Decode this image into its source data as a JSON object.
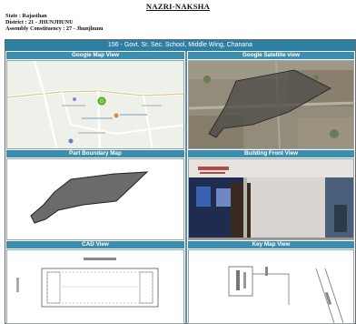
{
  "document": {
    "title": "NAZRI-NAKSHA",
    "state_label": "State",
    "state_value": ": Rajasthan",
    "district_label": "District",
    "district_value": ": 21 - JHUNJHUNU",
    "constituency_label": "Assembly Constituency",
    "constituency_value": ": 27 - Jhunjhunu"
  },
  "banner": {
    "text": "156 - Govt. Sr. Sec. School, Middle Wing, Chanana"
  },
  "panels": {
    "google_map": {
      "title": "Google Map View"
    },
    "satellite": {
      "title": "Google Satellite view"
    },
    "boundary": {
      "title": "Part Boundary Map"
    },
    "building": {
      "title": "Building Front View"
    },
    "cad": {
      "title": "CAD View"
    },
    "keymap": {
      "title": "Key Map View"
    }
  },
  "colors": {
    "header": "#3a8eb2",
    "banner": "#2f7fa3",
    "boundary_fill": "#6b6b6b"
  }
}
